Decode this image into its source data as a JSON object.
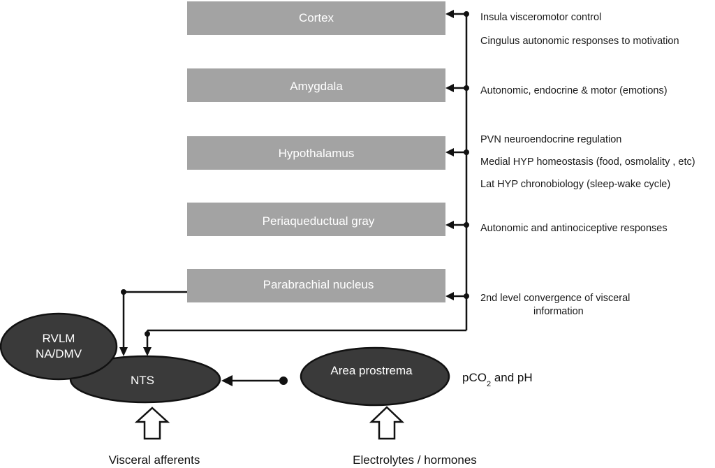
{
  "boxes": {
    "cortex": "Cortex",
    "amygdala": "Amygdala",
    "hypothalamus": "Hypothalamus",
    "pag": "Periaqueductual gray",
    "parabrachial": "Parabrachial nucleus"
  },
  "annotations": {
    "cortex_1": "Insula visceromotor control",
    "cortex_2": "Cingulus autonomic responses to motivation",
    "amygdala_1": "Autonomic, endocrine & motor (emotions)",
    "hypothalamus_1": "PVN neuroendocrine regulation",
    "hypothalamus_2": "Medial HYP homeostasis (food, osmolality , etc)",
    "hypothalamus_3": "Lat HYP chronobiology (sleep-wake cycle)",
    "pag_1": "Autonomic and antinociceptive responses",
    "parabrachial_1": "2nd level convergence of visceral",
    "parabrachial_2": "information"
  },
  "nodes": {
    "rvlm_line1": "RVLM",
    "rvlm_line2": "NA/DMV",
    "nts": "NTS",
    "area_postrema": "Area prostrema"
  },
  "side_label": {
    "pco2_prefix": "pCO",
    "pco2_sub": "2",
    "pco2_suffix": " and pH"
  },
  "bottom_labels": {
    "visceral": "Visceral afferents",
    "electrolytes": "Electrolytes / hormones"
  },
  "colors": {
    "box_fill": "#a3a3a3",
    "node_fill": "#3a3a3a",
    "line": "#111111"
  }
}
